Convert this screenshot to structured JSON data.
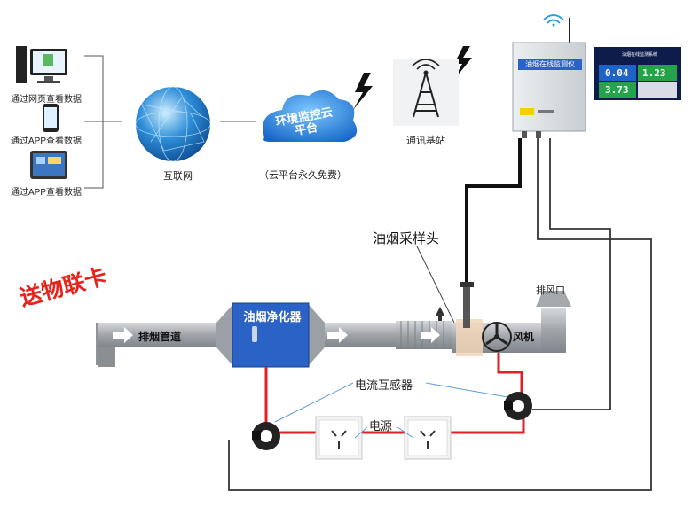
{
  "devices": {
    "pc_label": "通过网页查看数据",
    "phone_label": "通过APP查看数据",
    "tablet_label": "通过APP查看数据"
  },
  "internet_label": "互联网",
  "cloud": {
    "title": "环境监控云平台",
    "caption": "（云平台永久免费）"
  },
  "tower_label": "通讯基站",
  "monitor": {
    "title": "油烟在线监测仪",
    "screen_title": "油烟在线监测系统",
    "readings": [
      "0.04",
      "1.23",
      "3.73"
    ]
  },
  "sampling_head_label": "油烟采样头",
  "promo_text": "送物联卡",
  "duct_label": "排烟管道",
  "purifier_label": "油烟净化器",
  "fan_label": "风机",
  "exhaust_label": "排风口",
  "current_transformer_label": "电流互感器",
  "power_label": "电源",
  "colors": {
    "duct": "#a5a9ad",
    "purifier": "#2b62c6",
    "signal_wire": "#111111",
    "power_wire": "#e31e24",
    "promo": "#e8231b"
  }
}
